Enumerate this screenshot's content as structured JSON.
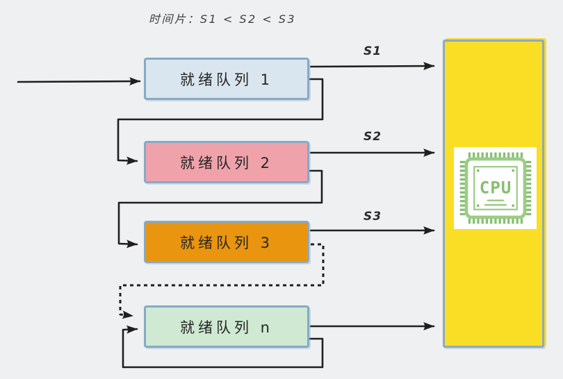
{
  "title": {
    "text": "时间片：S1 < S2 < S3"
  },
  "queues": [
    {
      "id": "queue-1",
      "label": "就绪队列 1",
      "fill": "#d9e6ef",
      "time_slice": "S1"
    },
    {
      "id": "queue-2",
      "label": "就绪队列 2",
      "fill": "#f0a2ab",
      "time_slice": "S2"
    },
    {
      "id": "queue-3",
      "label": "就绪队列 3",
      "fill": "#e9950f",
      "time_slice": "S3"
    },
    {
      "id": "queue-n",
      "label": "就绪队列 n",
      "fill": "#cfe9d2",
      "time_slice": ""
    }
  ],
  "cpu": {
    "icon": "cpu-chip-icon",
    "icon_label": "CPU",
    "fill": "#f9de25",
    "border": "#8caabf",
    "icon_green": "#87bf70",
    "icon_green_light": "#9bcc86"
  },
  "colors": {
    "background": "#eff0f2",
    "queue_border": "#85aac6",
    "arrow": "#1f1f1f",
    "text": "#2b2b2b"
  }
}
